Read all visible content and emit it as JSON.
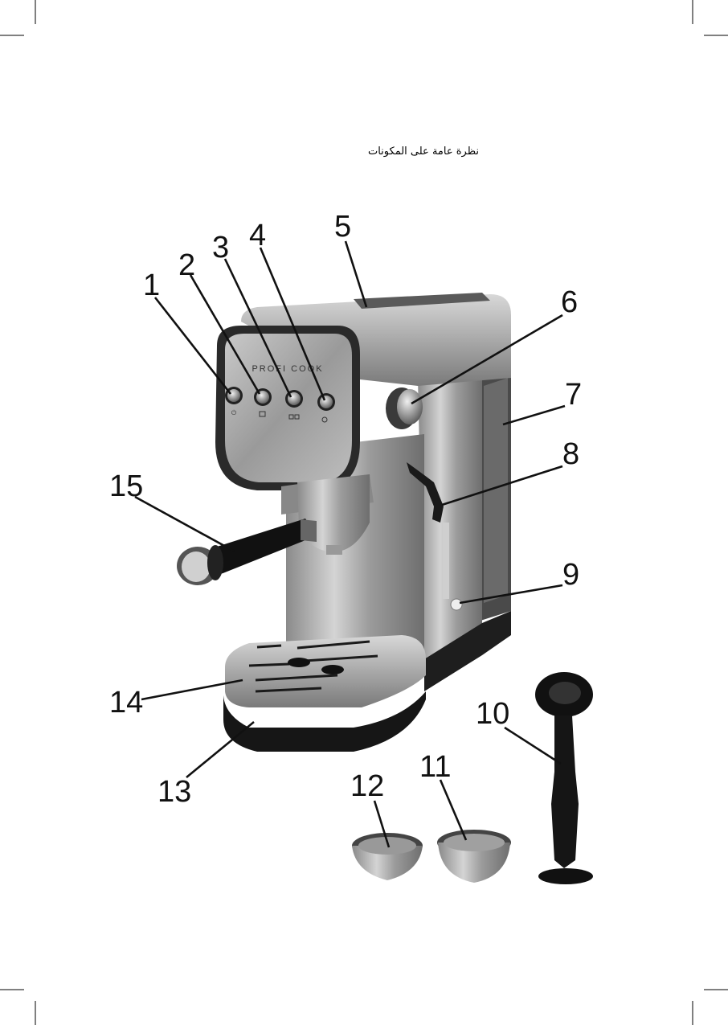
{
  "page": {
    "title": "نظرة عامة على المكونات"
  },
  "brand": {
    "logo_text": "PROFI COOK"
  },
  "callouts": [
    {
      "number": "1"
    },
    {
      "number": "2"
    },
    {
      "number": "3"
    },
    {
      "number": "4"
    },
    {
      "number": "5"
    },
    {
      "number": "6"
    },
    {
      "number": "7"
    },
    {
      "number": "8"
    },
    {
      "number": "9"
    },
    {
      "number": "10"
    },
    {
      "number": "11"
    },
    {
      "number": "12"
    },
    {
      "number": "13"
    },
    {
      "number": "14"
    },
    {
      "number": "15"
    }
  ]
}
